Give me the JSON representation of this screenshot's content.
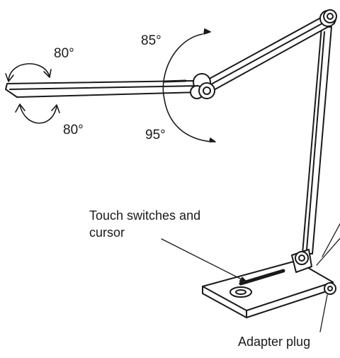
{
  "labels": {
    "head_rotation_up": "80°",
    "head_rotation_down": "80°",
    "arm_tilt_up": "85°",
    "arm_tilt_down": "95°",
    "touch_switches_line1": "Touch switches and",
    "touch_switches_line2": "cursor",
    "adapter_plug": "Adapter plug"
  },
  "colors": {
    "line": "#1a1a1a",
    "fill": "#ffffff"
  }
}
